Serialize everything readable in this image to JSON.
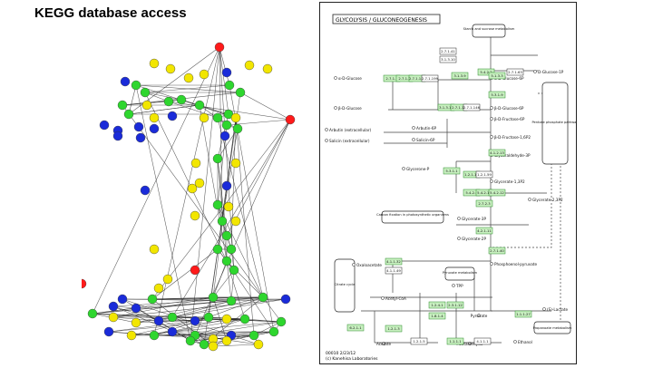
{
  "slide": {
    "title": "KEGG database access"
  },
  "network": {
    "colors": {
      "red": "#ff1a1a",
      "blue": "#1a2bd9",
      "green": "#2ed62e",
      "yellow": "#f2e600",
      "edge": "#222222"
    }
  },
  "kegg": {
    "map_title": "GLYCOLYSIS / GLUCONEOGENESIS",
    "footer_line1": "00010 2/23/12",
    "footer_line2": "(c) Kanehisa Laboratories",
    "colors": {
      "enzyme_fill": "#c8f0c0",
      "enzyme_border": "#2a8a2a",
      "border": "#222222"
    },
    "compounds": [
      {
        "id": "starch",
        "label": "Starch and sucrose metabolism"
      },
      {
        "id": "dglucose1p",
        "label": "D-Glucose-1P"
      },
      {
        "id": "aglucose",
        "label": "α-D-Glucose"
      },
      {
        "id": "aglucose6p",
        "label": "α-D-Glucose-6P"
      },
      {
        "id": "bglucose",
        "label": "β-D-Glucose"
      },
      {
        "id": "bglucose6p",
        "label": "β-D-Glucose-6P"
      },
      {
        "id": "bfructose6p",
        "label": "β-D-Fructose-6P"
      },
      {
        "id": "fructose16p",
        "label": "β-D-Fructose-1,6P2"
      },
      {
        "id": "arbutin",
        "label": "Arbutin (extracellular)"
      },
      {
        "id": "salicin",
        "label": "Salicin (extracellular)"
      },
      {
        "id": "arbutin6p",
        "label": "Arbutin-6P"
      },
      {
        "id": "salicin6p",
        "label": "Salicin-6P"
      },
      {
        "id": "glycerone",
        "label": "Glycerone-P"
      },
      {
        "id": "gap",
        "label": "Glyceraldehyde-3P"
      },
      {
        "id": "bpg",
        "label": "Glycerate-1,3P2"
      },
      {
        "id": "bpg23",
        "label": "Glycerate-2,3P2"
      },
      {
        "id": "pg3",
        "label": "Glycerate-3P"
      },
      {
        "id": "pg2",
        "label": "Glycerate-2P"
      },
      {
        "id": "pep",
        "label": "Phosphoenol-pyruvate"
      },
      {
        "id": "oxaloacetate",
        "label": "Oxaloacetate"
      },
      {
        "id": "pyruvate_met",
        "label": "Pyruvate metabolism"
      },
      {
        "id": "pyruvate",
        "label": "Pyruvate"
      },
      {
        "id": "lactate",
        "label": "(S)-Lactate"
      },
      {
        "id": "tpp",
        "label": "TPP"
      },
      {
        "id": "acetylcoa",
        "label": "Acetyl-CoA"
      },
      {
        "id": "acetate",
        "label": "Acetate"
      },
      {
        "id": "acetaldehyde",
        "label": "Acetaldehyde"
      },
      {
        "id": "ethanol",
        "label": "Ethanol"
      },
      {
        "id": "propanoate",
        "label": "Propanoate metabolism"
      },
      {
        "id": "citrate",
        "label": "Citrate cycle"
      },
      {
        "id": "pentose",
        "label": "Pentose phosphate pathway"
      },
      {
        "id": "carbon",
        "label": "Carbon fixation in photosynthetic organisms"
      }
    ],
    "enzymes": [
      {
        "ec": "2.7.1.41",
        "active": false
      },
      {
        "ec": "3.1.3.10",
        "active": false
      },
      {
        "ec": "5.4.2.2",
        "active": true
      },
      {
        "ec": "2.7.1.63",
        "active": false
      },
      {
        "ec": "3.1.3.9",
        "active": true
      },
      {
        "ec": "5.1.3.3",
        "active": true
      },
      {
        "ec": "2.7.1.1",
        "active": true
      },
      {
        "ec": "2.7.1.2",
        "active": true
      },
      {
        "ec": "2.7.1.147",
        "active": true
      },
      {
        "ec": "2.7.1.199",
        "active": false
      },
      {
        "ec": "5.3.1.9",
        "active": true
      },
      {
        "ec": "3.1.3.11",
        "active": true
      },
      {
        "ec": "2.7.1.11",
        "active": true
      },
      {
        "ec": "2.7.1.146",
        "active": false
      },
      {
        "ec": "4.1.2.13",
        "active": true
      },
      {
        "ec": "5.3.1.1",
        "active": true
      },
      {
        "ec": "1.2.1.12",
        "active": true
      },
      {
        "ec": "1.2.1.59",
        "active": false
      },
      {
        "ec": "2.7.2.3",
        "active": true
      },
      {
        "ec": "5.4.2.4",
        "active": true
      },
      {
        "ec": "5.4.2.11",
        "active": true
      },
      {
        "ec": "5.4.2.12",
        "active": true
      },
      {
        "ec": "4.2.1.11",
        "active": true
      },
      {
        "ec": "2.7.1.40",
        "active": true
      },
      {
        "ec": "4.1.1.32",
        "active": true
      },
      {
        "ec": "4.1.1.49",
        "active": false
      },
      {
        "ec": "1.2.4.1",
        "active": true
      },
      {
        "ec": "2.3.1.12",
        "active": true
      },
      {
        "ec": "1.8.1.4",
        "active": true
      },
      {
        "ec": "1.1.1.27",
        "active": true
      },
      {
        "ec": "6.2.1.1",
        "active": true
      },
      {
        "ec": "1.2.1.3",
        "active": true
      },
      {
        "ec": "1.1.1.1",
        "active": true
      },
      {
        "ec": "4.1.1.1",
        "active": false
      },
      {
        "ec": "1.2.1.5",
        "active": false
      }
    ]
  }
}
